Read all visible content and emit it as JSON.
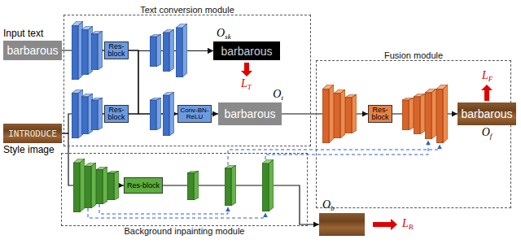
{
  "diagram": {
    "nodes": [
      {
        "text": [
          "Input text",
          "barbarous"
        ]
      },
      {
        "text": [
          "Text conversion module"
        ]
      },
      {
        "text": [
          "Res-block"
        ],
        "in": 1
      },
      {
        "text": [
          "Res-block"
        ],
        "in": 1
      },
      {
        "text": [
          "Osk",
          "barbarous"
        ],
        "in": 1
      },
      {
        "text": [
          "Conv-BN-ReLU"
        ],
        "in": 1
      },
      {
        "text": [
          "Ot",
          "barbarous"
        ],
        "in": 1
      },
      {
        "text": [
          "Fusion module"
        ]
      },
      {
        "text": [
          "Res-block"
        ],
        "in": 7
      },
      {
        "text": [
          "Of",
          "barbarous"
        ]
      },
      {
        "text": [
          "INTRODUCE",
          "Style image"
        ]
      },
      {
        "text": [
          "Background inpainting module"
        ]
      },
      {
        "text": [
          "Res-block"
        ],
        "in": 11
      },
      {
        "text": [
          "Ob"
        ]
      }
    ],
    "edges": [
      {
        "from": 0,
        "to": 2,
        "arrow": "to"
      },
      {
        "from": 10,
        "to": 3,
        "arrow": "to"
      },
      {
        "from": 10,
        "to": 12,
        "arrow": "to"
      },
      {
        "from": 2,
        "to": 4,
        "arrow": "to"
      },
      {
        "from": 3,
        "to": 4,
        "arrow": "to"
      },
      {
        "from": 2,
        "to": 5,
        "arrow": "to"
      },
      {
        "from": 3,
        "to": 5,
        "arrow": "to"
      },
      {
        "from": 5,
        "to": 6,
        "arrow": "to"
      },
      {
        "from": 6,
        "to": 8,
        "arrow": "to"
      },
      {
        "from": 8,
        "to": 9,
        "arrow": "to"
      },
      {
        "from": 12,
        "to": 13,
        "arrow": "to"
      }
    ],
    "labels": [
      "LT",
      "LF",
      "LB"
    ]
  }
}
